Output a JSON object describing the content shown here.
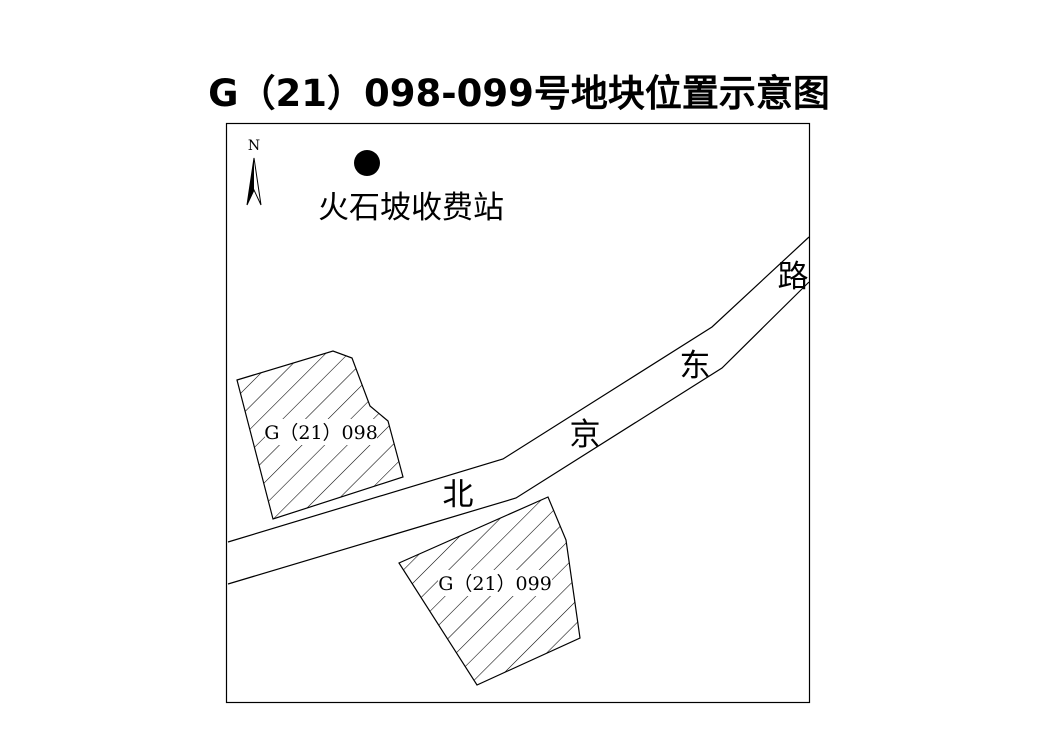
{
  "title": "G（21）098-099号地块位置示意图",
  "north_label": "N",
  "landmark": {
    "label": "火石坡收费站",
    "icon": "filled-circle-marker"
  },
  "road": {
    "chars": [
      "北",
      "京",
      "东",
      "路"
    ]
  },
  "parcels": [
    {
      "label": "G（21）098"
    },
    {
      "label": "G（21）099"
    }
  ],
  "colors": {
    "line": "#000000",
    "background": "#ffffff"
  }
}
